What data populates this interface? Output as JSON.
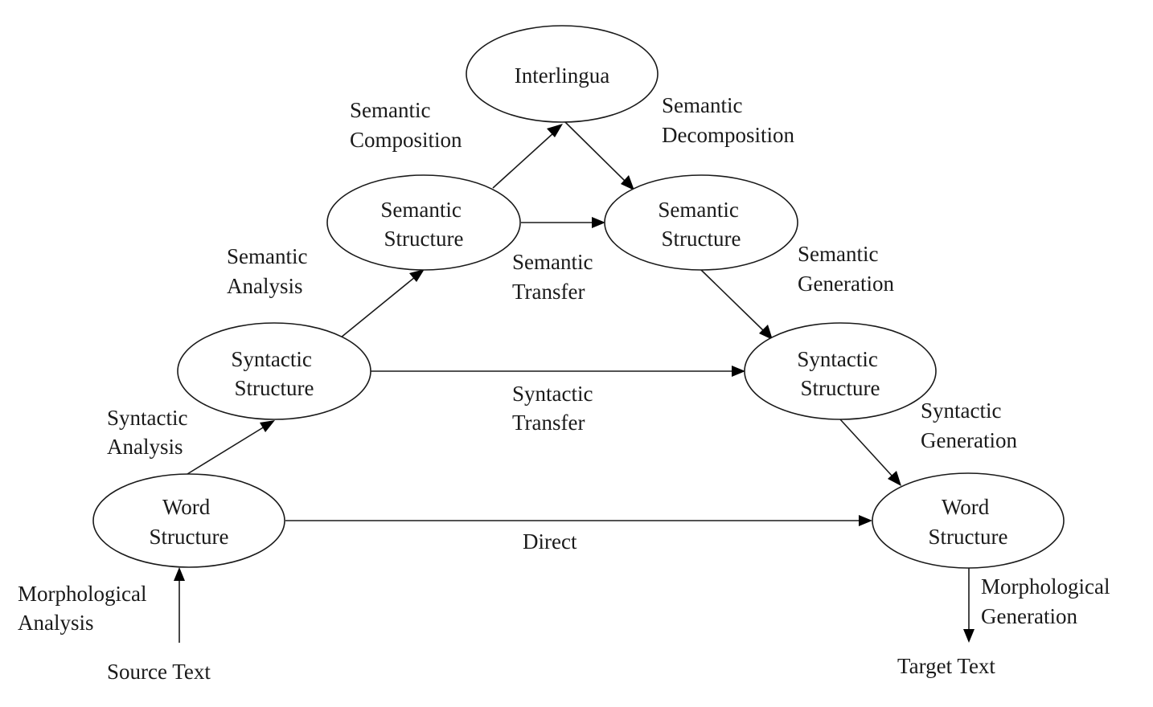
{
  "nodes": {
    "interlingua": {
      "lines": [
        "Interlingua"
      ]
    },
    "semantic_structure_source": {
      "lines": [
        "Semantic",
        "Structure"
      ]
    },
    "semantic_structure_target": {
      "lines": [
        "Semantic",
        "Structure"
      ]
    },
    "syntactic_structure_source": {
      "lines": [
        "Syntactic",
        "Structure"
      ]
    },
    "syntactic_structure_target": {
      "lines": [
        "Syntactic",
        "Structure"
      ]
    },
    "word_structure_source": {
      "lines": [
        "Word",
        "Structure"
      ]
    },
    "word_structure_target": {
      "lines": [
        "Word",
        "Structure"
      ]
    }
  },
  "labels": {
    "source_text": [
      "Source Text"
    ],
    "target_text": [
      "Target Text"
    ],
    "morphological_analysis": [
      "Morphological",
      "Analysis"
    ],
    "morphological_generation": [
      "Morphological",
      "Generation"
    ],
    "syntactic_analysis": [
      "Syntactic",
      "Analysis"
    ],
    "syntactic_generation": [
      "Syntactic",
      "Generation"
    ],
    "semantic_analysis": [
      "Semantic",
      "Analysis"
    ],
    "semantic_generation": [
      "Semantic",
      "Generation"
    ],
    "semantic_composition": [
      "Semantic",
      "Composition"
    ],
    "semantic_decomposition": [
      "Semantic",
      "Decomposition"
    ],
    "semantic_transfer": [
      "Semantic",
      "Transfer"
    ],
    "syntactic_transfer": [
      "Syntactic",
      "Transfer"
    ],
    "direct": [
      "Direct"
    ]
  }
}
